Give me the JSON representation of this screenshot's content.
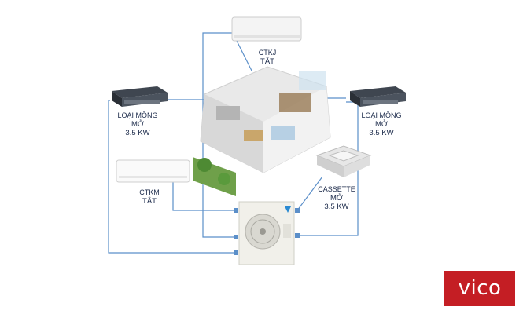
{
  "units": [
    {
      "id": "top",
      "model": "CTKJ",
      "status": "TẮT",
      "power": ""
    },
    {
      "id": "left-duct",
      "model": "LOẠI MÔNG",
      "status": "MỞ",
      "power": "3.5 KW"
    },
    {
      "id": "right-duct",
      "model": "LOẠI MÔNG",
      "status": "MỞ",
      "power": "3.5 KW"
    },
    {
      "id": "left-wall",
      "model": "CTKM",
      "status": "TẮT",
      "power": ""
    },
    {
      "id": "cassette",
      "model": "CASSETTE",
      "status": "MỞ",
      "power": "3.5 KW"
    }
  ],
  "logo": {
    "text": "vico"
  },
  "colors": {
    "wire": "#5b8fc9",
    "logo_bg": "#c41e24",
    "label": "#1b2a4a"
  }
}
